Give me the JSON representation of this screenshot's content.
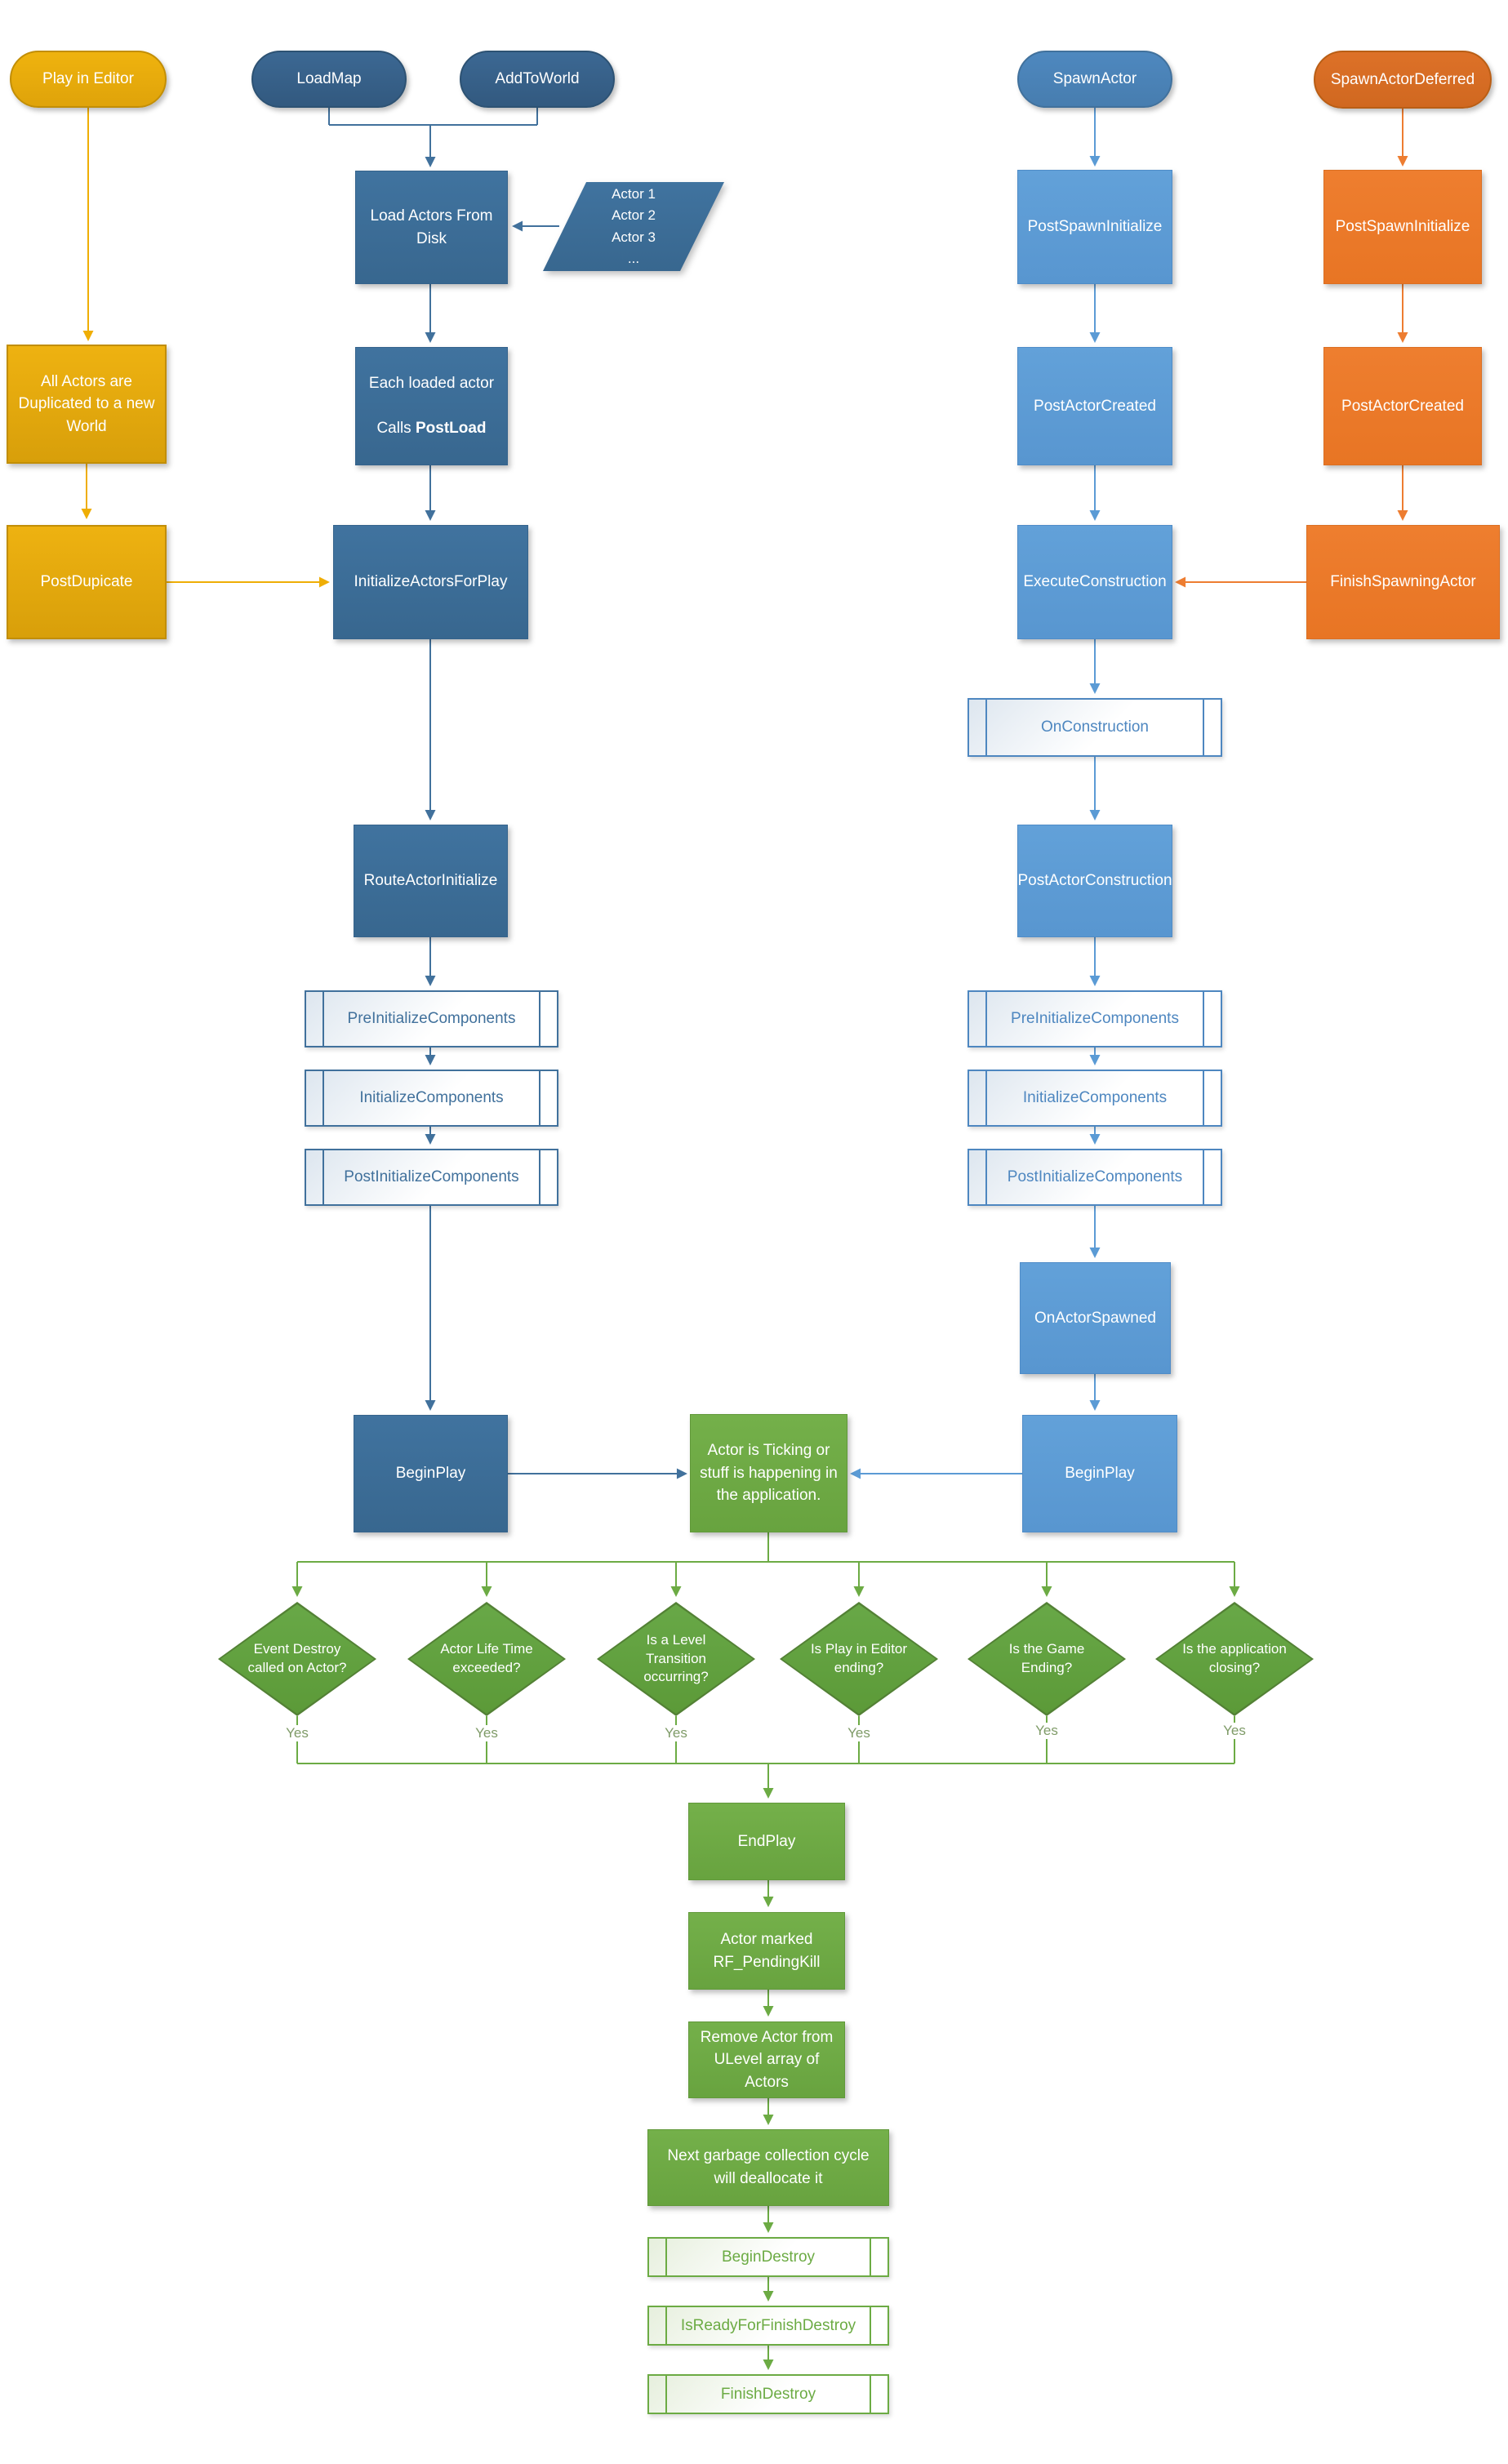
{
  "title": "Unreal Engine Actor Lifecycle Flowchart",
  "palette": {
    "gold": "#e2a70d",
    "dark_blue": "#3a688f",
    "light_blue": "#5b9bd5",
    "orange": "#ed7d31",
    "green": "#6cab44",
    "diamond_green": "#5f9e3c"
  },
  "nodes": {
    "play_in_editor": "Play in Editor",
    "load_map": "LoadMap",
    "add_to_world": "AddToWorld",
    "spawn_actor": "SpawnActor",
    "spawn_actor_deferred": "SpawnActorDeferred",
    "load_actors_from_disk": "Load Actors From\nDisk",
    "actor_list": "Actor 1\nActor 2\nActor 3\n...",
    "each_loaded_actor": {
      "line1": "Each loaded actor",
      "line2_prefix": "Calls ",
      "line2_bold": "PostLoad"
    },
    "all_actors_duplicated": "All Actors are\nDuplicated to a new\nWorld",
    "post_dupicate": "PostDupicate",
    "initialize_actors_for_play": "InitializeActorsForPlay",
    "route_actor_initialize": "RouteActorInitialize",
    "pre_initialize_components": "PreInitializeComponents",
    "initialize_components": "InitializeComponents",
    "post_initialize_components": "PostInitializeComponents",
    "begin_play": "BeginPlay",
    "post_spawn_initialize": "PostSpawnInitialize",
    "post_actor_created": "PostActorCreated",
    "execute_construction": "ExecuteConstruction",
    "finish_spawning_actor": "FinishSpawningActor",
    "on_construction": "OnConstruction",
    "post_actor_construction": "PostActorConstruction",
    "on_actor_spawned": "OnActorSpawned",
    "actor_ticking": "Actor is Ticking or\nstuff is happening in\nthe application.",
    "end_play": "EndPlay",
    "actor_marked_pending_kill": "Actor marked\nRF_PendingKill",
    "remove_actor_from_ulevel": "Remove Actor from\nULevel array of\nActors",
    "next_gc_cycle": "Next garbage collection cycle\nwill deallocate it",
    "begin_destroy": "BeginDestroy",
    "is_ready_for_finish_destroy": "IsReadyForFinishDestroy",
    "finish_destroy": "FinishDestroy"
  },
  "decisions": [
    {
      "label": "Event Destroy\ncalled on Actor?"
    },
    {
      "label": "Actor Life Time\nexceeded?"
    },
    {
      "label": "Is a Level\nTransition\noccurring?"
    },
    {
      "label": "Is Play in Editor\nending?"
    },
    {
      "label": "Is the Game\nEnding?"
    },
    {
      "label": "Is the application\nclosing?"
    }
  ],
  "labels": {
    "yes": "Yes"
  }
}
